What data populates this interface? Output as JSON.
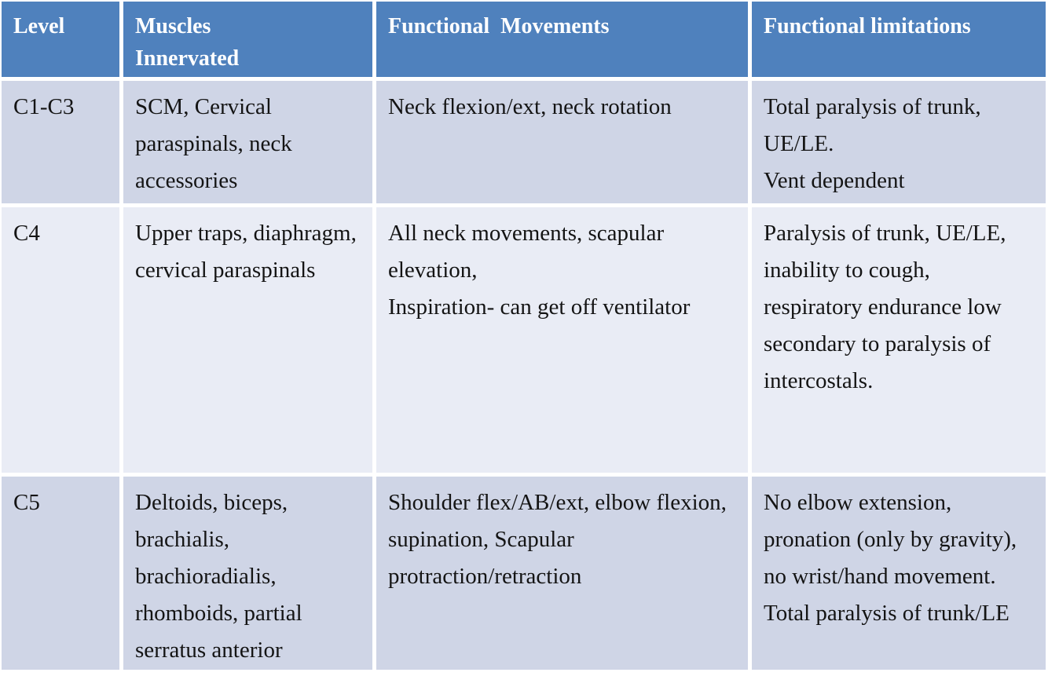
{
  "colors": {
    "header_bg": "#4F81BD",
    "header_text": "#FFFFFF",
    "band_dark": "#CFD5E6",
    "band_light": "#E9ECF5",
    "gridline": "#FFFFFF",
    "body_text": "#141414"
  },
  "table": {
    "columns": [
      "Level",
      "Muscles\nInnervated",
      "Functional  Movements",
      "Functional limitations"
    ],
    "rows": [
      {
        "cells": [
          "C1-C3",
          "SCM, Cervical paraspinals, neck accessories",
          "Neck flexion/ext, neck rotation",
          "Total paralysis of trunk, UE/LE.\nVent dependent"
        ]
      },
      {
        "cells": [
          "C4",
          "Upper traps, diaphragm, cervical paraspinals",
          "All neck movements, scapular elevation,\nInspiration- can get off ventilator",
          "Paralysis of trunk, UE/LE, inability to cough, respiratory endurance low secondary to paralysis of  intercostals."
        ]
      },
      {
        "cells": [
          "C5",
          "Deltoids, biceps, brachialis, brachioradialis, rhomboids, partial serratus anterior",
          "Shoulder flex/AB/ext, elbow flexion, supination, Scapular protraction/retraction",
          "No elbow extension, pronation (only by gravity), no wrist/hand movement.  Total paralysis of trunk/LE"
        ]
      }
    ]
  }
}
